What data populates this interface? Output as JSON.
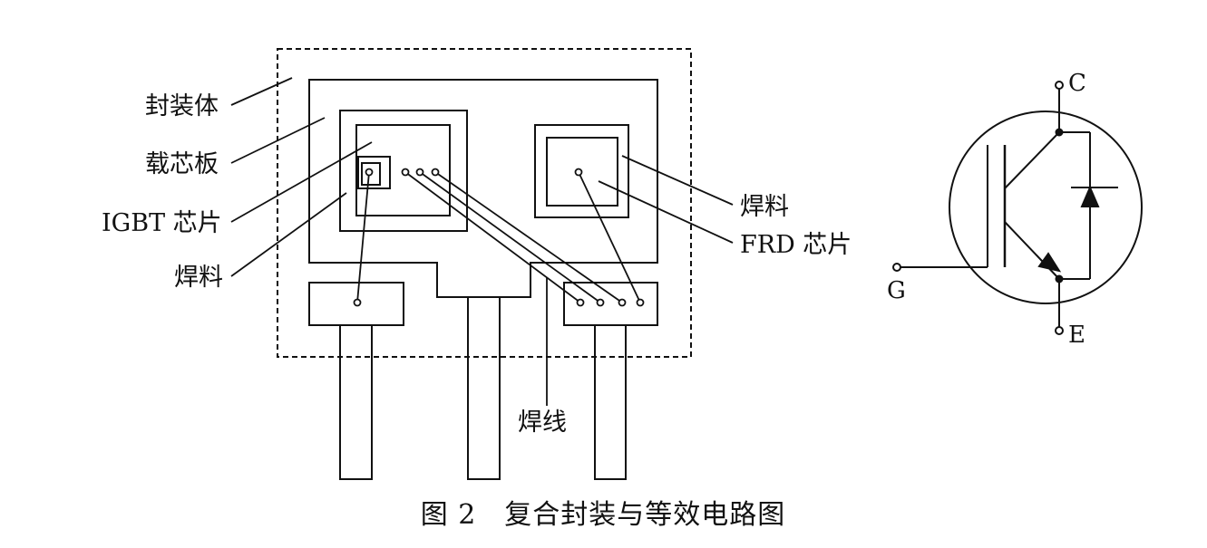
{
  "labels": {
    "package_body": "封装体",
    "carrier_board": "载芯板",
    "igbt_chip": "IGBT 芯片",
    "solder_left": "焊料",
    "solder_right": "焊料",
    "frd_chip": "FRD 芯片",
    "bond_wire": "焊线"
  },
  "circuit": {
    "collector": "C",
    "gate": "G",
    "emitter": "E"
  },
  "caption": "图 2　复合封装与等效电路图"
}
